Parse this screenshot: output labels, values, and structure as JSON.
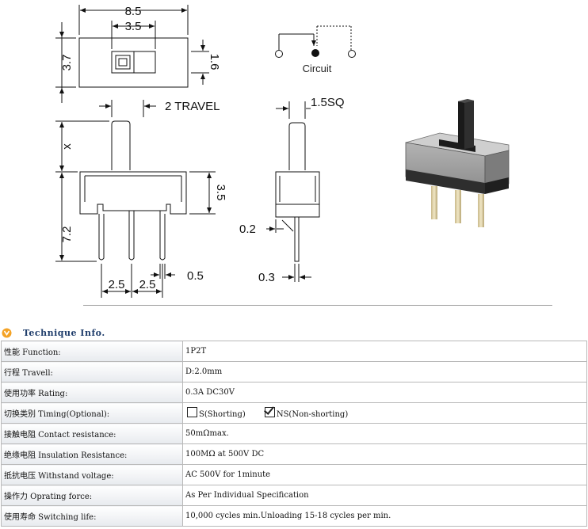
{
  "dimensions": {
    "top_width": "8.5",
    "top_inner": "3.5",
    "top_height": "3.7",
    "top_slot": "1.6",
    "travel": "2 TRAVEL",
    "x_label": "x",
    "body_height": "7.2",
    "body_inner": "3.5",
    "pitch_left": "2.5",
    "pitch_right": "2.5",
    "pin_width": "0.5",
    "square": "1.5SQ",
    "side_gap": "0.2",
    "side_pin": "0.3"
  },
  "circuit_label": "Circuit",
  "section_title": "Technique Info.",
  "specs": [
    {
      "label": "性能 Function:",
      "value": "1P2T"
    },
    {
      "label": "行程 Travell:",
      "value": "D:2.0mm"
    },
    {
      "label": "使用功率 Rating:",
      "value": "0.3A DC30V"
    },
    {
      "label": "切换类别 Timing(Optional):",
      "options": [
        {
          "text": "S(Shorting)",
          "checked": false
        },
        {
          "text": "NS(Non-shorting)",
          "checked": true
        }
      ]
    },
    {
      "label": "接触电阻 Contact resistance:",
      "value": "50mΩmax."
    },
    {
      "label": "绝缘电阻 Insulation Resistance:",
      "value": "100MΩ at 500V DC"
    },
    {
      "label": "抵抗电压 Withstand voltage:",
      "value": "AC 500V for 1minute"
    },
    {
      "label": "操作力 Oprating force:",
      "value": "As Per Individual Specification"
    },
    {
      "label": "使用寿命 Switching life:",
      "value": "10,000 cycles min.Unloading 15-18 cycles per min."
    }
  ]
}
